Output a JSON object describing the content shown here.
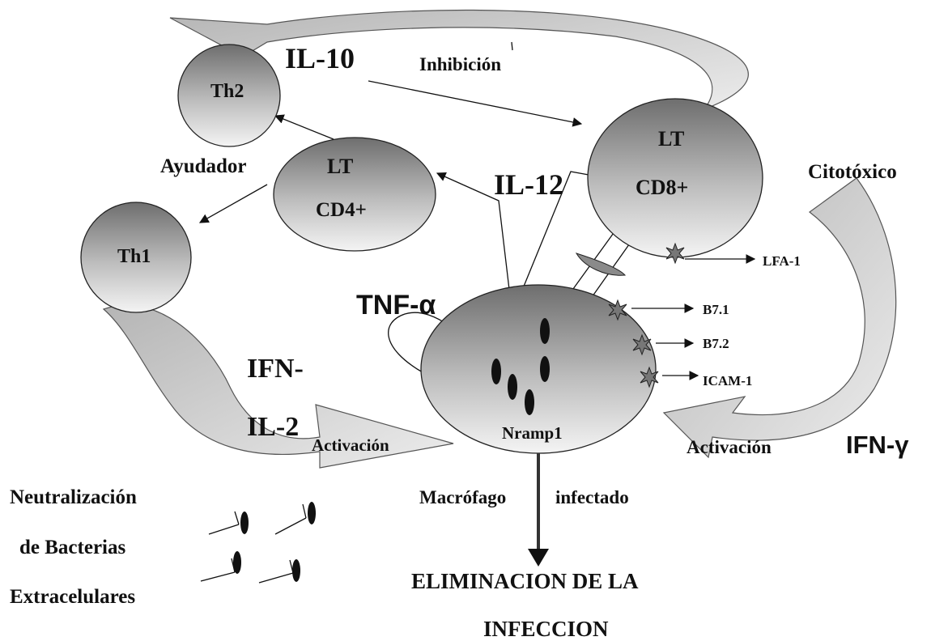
{
  "labels": {
    "il10": "IL-10",
    "inhibicion": "Inhibición",
    "th2": "Th2",
    "ayudador": "Ayudador",
    "lt_cd4": "LT",
    "cd4": "CD4+",
    "th1": "Th1",
    "il12": "IL-12",
    "lt_cd8": "LT",
    "cd8": "CD8+",
    "citotoxico": "Citotóxico",
    "lfa1": "LFA-1",
    "b71": "B7.1",
    "b72": "B7.2",
    "icam1": "ICAM-1",
    "tnfa": "TNF-α",
    "ifn": "IFN-",
    "il2": "IL-2",
    "activacion_left": "Activación",
    "activacion_right": "Activación",
    "ifng": "IFN-γ",
    "nramp1": "Nramp1",
    "macrofago": "Macrófago",
    "infectado": "infectado",
    "neutralizacion_1": "Neutralización",
    "neutralizacion_2": "de Bacterias",
    "neutralizacion_3": "Extracelulares",
    "eliminacion_1": "ELIMINACION  DE LA",
    "eliminacion_2": "INFECCION"
  },
  "colors": {
    "cell_dark": "#6e6e6e",
    "cell_light": "#f2f2f2",
    "arrow_fill": "#dcdcdc",
    "bacteria": "#111111"
  }
}
